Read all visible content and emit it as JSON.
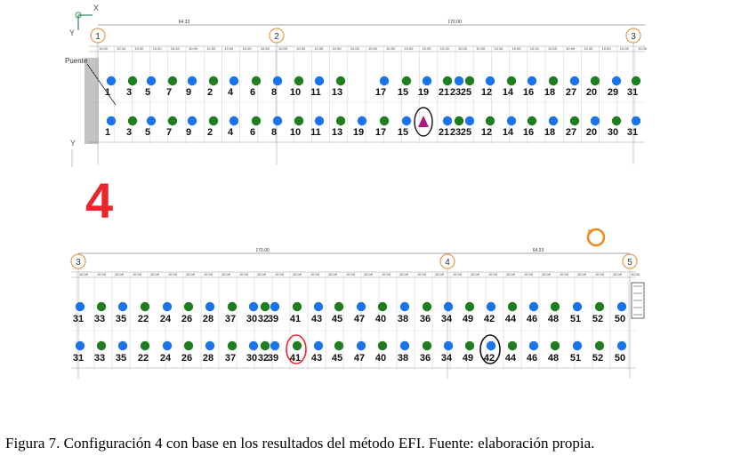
{
  "top_panel": {
    "origin_axis_x": "X",
    "origin_axis_y": "Y",
    "side_y_label": "Y",
    "source_label": "Puente",
    "axis_markers": [
      "1",
      "2",
      "3"
    ],
    "span_dims": [
      "64.33",
      "170.00"
    ],
    "row1_labels": [
      "1",
      "3",
      "5",
      "7",
      "9",
      "2",
      "4",
      "6",
      "8",
      "10",
      "11",
      "13",
      "17",
      "15",
      "19",
      "21",
      "23",
      "25",
      "12",
      "14",
      "16",
      "18",
      "27",
      "20",
      "29",
      "31"
    ],
    "row2_labels": [
      "1",
      "3",
      "5",
      "7",
      "9",
      "2",
      "4",
      "6",
      "8",
      "10",
      "11",
      "13",
      "19",
      "17",
      "15",
      "",
      "21",
      "23",
      "25",
      "12",
      "14",
      "16",
      "18",
      "27",
      "20",
      "30",
      "31"
    ]
  },
  "config_number": "4",
  "bottom_panel": {
    "axis_markers": [
      "3",
      "4",
      "5"
    ],
    "span_dims": [
      "170.00",
      "64.33"
    ],
    "row1_labels": [
      "31",
      "33",
      "35",
      "22",
      "24",
      "26",
      "28",
      "37",
      "30",
      "32",
      "39",
      "41",
      "43",
      "45",
      "47",
      "40",
      "38",
      "36",
      "34",
      "49",
      "42",
      "44",
      "46",
      "48",
      "51",
      "52",
      "50"
    ],
    "row2_labels": [
      "31",
      "33",
      "35",
      "22",
      "24",
      "26",
      "28",
      "37",
      "30",
      "32",
      "39",
      "41",
      "43",
      "45",
      "47",
      "40",
      "38",
      "36",
      "34",
      "49",
      "42",
      "44",
      "46",
      "48",
      "51",
      "52",
      "50"
    ]
  },
  "colors": {
    "blue": "#1a73e8",
    "green": "#1e7d1e",
    "magenta": "#b0177f",
    "red": "#e8262b",
    "orange": "#f08a1c"
  },
  "caption": "Figura 7. Configuración 4 con base en los resultados del método EFI. Fuente: elaboración propia."
}
